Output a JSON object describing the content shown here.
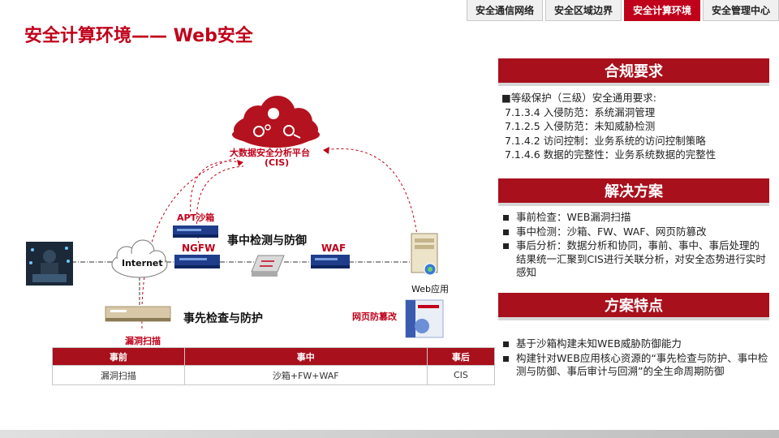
{
  "nav": {
    "tabs": [
      {
        "label": "安全通信网络"
      },
      {
        "label": "安全区域边界"
      },
      {
        "label": "安全计算环境"
      },
      {
        "label": "安全管理中心"
      }
    ],
    "active_index": 2
  },
  "page": {
    "title": "安全计算环境—— Web安全"
  },
  "diagram": {
    "cloud_label_line1": "大数据安全分析平台",
    "cloud_label_line2": "(CIS)",
    "internet": "Internet",
    "apt": "APT沙箱",
    "ngfw": "NGFW",
    "waf": "WAF",
    "web_app": "Web应用",
    "mid_title": "事中检测与防御",
    "pre_title": "事先检查与防护",
    "vuln_scan": "漏洞扫描",
    "anti_tamper": "网页防篡改"
  },
  "table": {
    "headers": [
      "事前",
      "事中",
      "事后"
    ],
    "row": [
      "漏洞扫描",
      "沙箱+FW+WAF",
      "CIS"
    ]
  },
  "compliance": {
    "title": "合规要求",
    "lead": "■等级保护（三级）安全通用要求:",
    "items": [
      "7.1.3.4 入侵防范：系统漏洞管理",
      "7.1.2.5 入侵防范：未知威胁检测",
      "7.1.4.2  访问控制：业务系统的访问控制策略",
      "7.1.4.6  数据的完整性：业务系统数据的完整性"
    ]
  },
  "solution": {
    "title": "解决方案",
    "items": [
      "事前检查：WEB漏洞扫描",
      "事中检测：沙箱、FW、WAF、网页防篡改",
      "事后分析：数据分析和协同，事前、事中、事后处理的结果统一汇聚到CIS进行关联分析，对安全态势进行实时感知"
    ]
  },
  "features": {
    "title": "方案特点",
    "items": [
      "基于沙箱构建未知WEB威胁防御能力",
      "构建针对WEB应用核心资源的“事先检查与防护、事中检测与防御、事后审计与回溯”的全生命周期防御"
    ]
  },
  "colors": {
    "accent": "#c0001a",
    "header": "#a8101c"
  }
}
